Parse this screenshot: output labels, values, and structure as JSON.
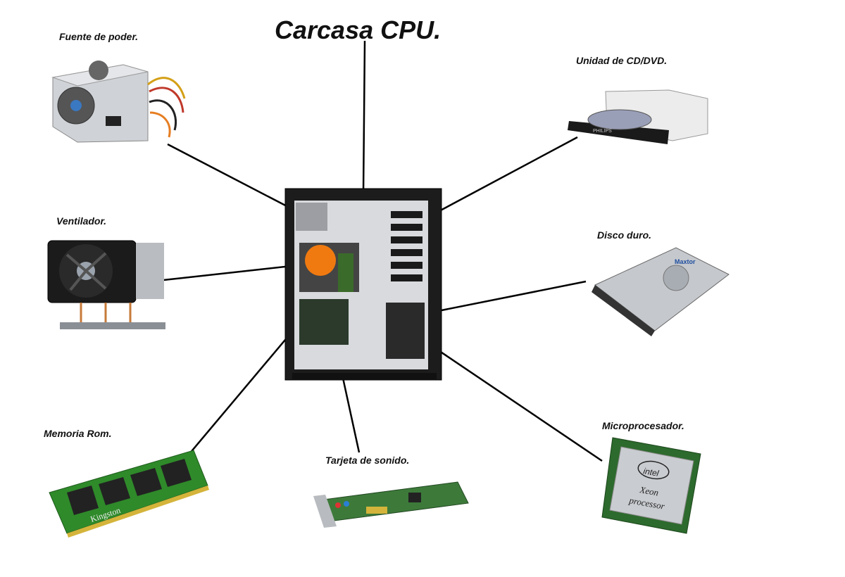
{
  "diagram": {
    "title": "Carcasa CPU.",
    "components": [
      {
        "key": "fuente",
        "label": "Fuente de poder."
      },
      {
        "key": "cd",
        "label": "Unidad de CD/DVD."
      },
      {
        "key": "ventilador",
        "label": "Ventilador."
      },
      {
        "key": "disco",
        "label": "Disco duro."
      },
      {
        "key": "memoria",
        "label": "Memoria Rom."
      },
      {
        "key": "tarjeta",
        "label": "Tarjeta de sonido."
      },
      {
        "key": "micro",
        "label": "Microprocesador."
      }
    ],
    "photo_text": {
      "cd_brand": "PHILIPS",
      "disk_brand": "Maxtor",
      "ram_brand": "Kingston",
      "cpu_brand": "intel",
      "cpu_model": "Xeon",
      "cpu_sub": "processor"
    },
    "colors": {
      "line": "#000000",
      "ram_green": "#2f8a2a",
      "card_green": "#3d7a3a",
      "cpu_fan_orange": "#f07a10"
    }
  }
}
